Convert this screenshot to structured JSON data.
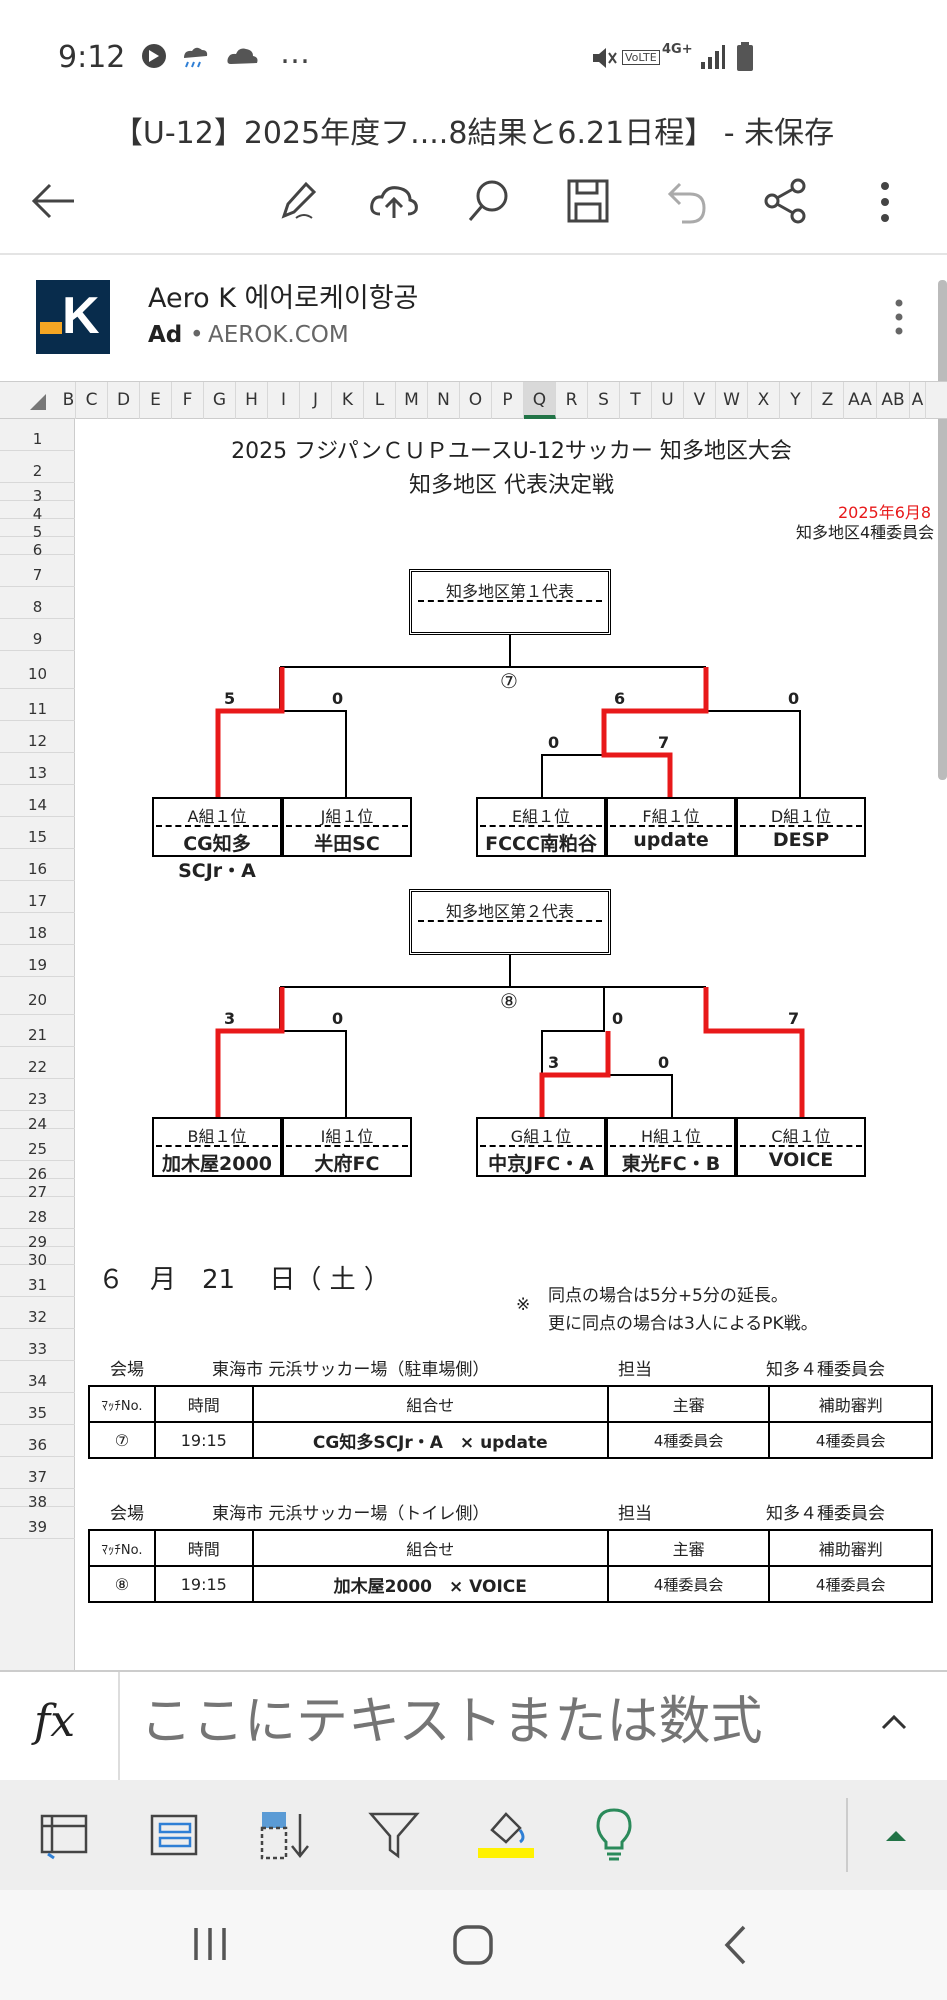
{
  "status": {
    "time": "9:12",
    "dots": "…",
    "net": "4G+",
    "volte": "VoLTE"
  },
  "title": "【U-12】2025年度フ....8結果と6.21日程】 - 未保存",
  "ad": {
    "name": "Aero K 에어로케이항공",
    "label": "Ad",
    "domain": "AEROK.COM",
    "logo": "K"
  },
  "columns": [
    "B",
    "C",
    "D",
    "E",
    "F",
    "G",
    "H",
    "I",
    "J",
    "K",
    "L",
    "M",
    "N",
    "O",
    "P",
    "Q",
    "R",
    "S",
    "T",
    "U",
    "V",
    "W",
    "X",
    "Y",
    "Z",
    "AA",
    "AB",
    "A"
  ],
  "rows": [
    "1",
    "2",
    "3",
    "4",
    "5",
    "6",
    "7",
    "8",
    "9",
    "10",
    "11",
    "12",
    "13",
    "14",
    "15",
    "16",
    "17",
    "18",
    "19",
    "20",
    "21",
    "22",
    "23",
    "24",
    "25",
    "26",
    "27",
    "28",
    "29",
    "30",
    "31",
    "32",
    "33",
    "34",
    "35",
    "36",
    "37",
    "38",
    "39"
  ],
  "sheet": {
    "title1": "2025 フジパンＣＵＰユースU-12サッカー 知多地区大会",
    "title2": "知多地区 代表決定戦",
    "date_note": "2025年6月8",
    "committee": "知多地区4種委員会",
    "bracket1": {
      "rep": "知多地区第１代表",
      "match": "⑦",
      "scores": [
        "5",
        "0",
        "6",
        "0",
        "0",
        "7"
      ],
      "groups": [
        "A組１位",
        "J組１位",
        "E組１位",
        "F組１位",
        "D組１位"
      ],
      "teams": [
        "CG知多SCJr・A",
        "半田SC",
        "FCCC南粕谷",
        "update",
        "DESP"
      ]
    },
    "bracket2": {
      "rep": "知多地区第２代表",
      "match": "⑧",
      "scores": [
        "3",
        "0",
        "0",
        "7",
        "3",
        "0"
      ],
      "groups": [
        "B組１位",
        "I組１位",
        "G組１位",
        "H組１位",
        "C組１位"
      ],
      "teams": [
        "加木屋2000",
        "大府FC",
        "中京JFC・A",
        "東光FC・B",
        "VOICE"
      ]
    },
    "sched_date": "６　月　21　 日（ 土 ）",
    "note_mark": "※",
    "note1": "同点の場合は5分+5分の延長。",
    "note2": "更に同点の場合は3人によるPK戦。",
    "venue1": {
      "label": "会場",
      "place": "東海市 元浜サッカー場（駐車場側）",
      "tanto": "担当",
      "committee": "知多４種委員会",
      "h_no": "ﾏｯﾁNo.",
      "h_time": "時間",
      "h_combo": "組合せ",
      "h_ref": "主審",
      "h_assist": "補助審判",
      "no": "⑦",
      "time": "19:15",
      "combo": "CG知多SCJr・A　×  update",
      "ref": "4種委員会",
      "assist": "4種委員会"
    },
    "venue2": {
      "label": "会場",
      "place": "東海市 元浜サッカー場（トイレ側）",
      "tanto": "担当",
      "committee": "知多４種委員会",
      "h_no": "ﾏｯﾁNo.",
      "h_time": "時間",
      "h_combo": "組合せ",
      "h_ref": "主審",
      "h_assist": "補助審判",
      "no": "⑧",
      "time": "19:15",
      "combo": "加木屋2000　×  VOICE",
      "ref": "4種委員会",
      "assist": "4種委員会"
    }
  },
  "formula": {
    "fx": "fx",
    "placeholder": "ここにテキストまたは数式"
  },
  "colors": {
    "winner": "#e8191a",
    "accent": "#217346",
    "lightbulb": "#2a8a5a",
    "fill_bar": "#fff200"
  }
}
